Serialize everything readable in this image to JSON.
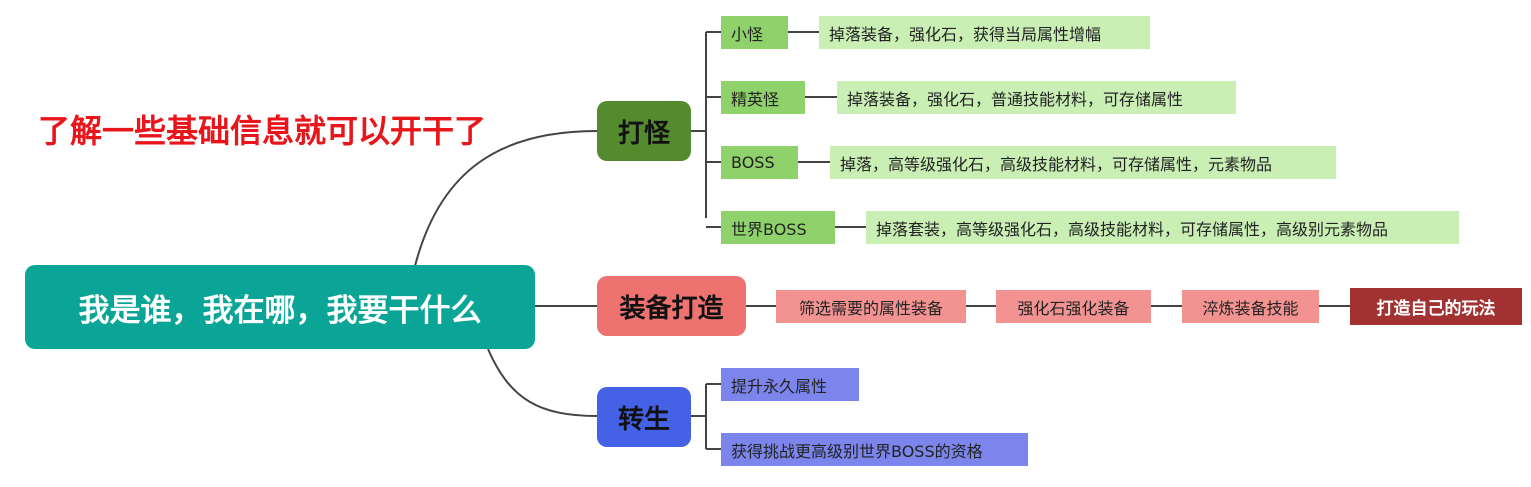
{
  "note": "了解一些基础信息就可以开干了",
  "root": "我是谁，我在哪，我要干什么",
  "branches": {
    "monsters": {
      "label": "打怪",
      "items": [
        {
          "label": "小怪",
          "detail": "掉落装备，强化石，获得当局属性增幅"
        },
        {
          "label": "精英怪",
          "detail": "掉落装备，强化石，普通技能材料，可存储属性"
        },
        {
          "label": "BOSS",
          "detail": "掉落，高等级强化石，高级技能材料，可存储属性，元素物品"
        },
        {
          "label": "世界BOSS",
          "detail": "掉落套装，高等级强化石，高级技能材料，可存储属性，高级别元素物品"
        }
      ]
    },
    "equipment": {
      "label": "装备打造",
      "steps": [
        "筛选需要的属性装备",
        "强化石强化装备",
        "淬炼装备技能",
        "打造自己的玩法"
      ]
    },
    "rebirth": {
      "label": "转生",
      "items": [
        "提升永久属性",
        "获得挑战更高级别世界BOSS的资格"
      ]
    }
  },
  "colors": {
    "root": "#0aa596",
    "monsters": "#558b2f",
    "monsters_leaf": "#8fd16a",
    "monsters_detail": "#c9efb5",
    "equipment": "#ee7370",
    "equipment_step": "#f29391",
    "equipment_final": "#a23232",
    "rebirth": "#4561e6",
    "rebirth_leaf": "#7b85ec",
    "note": "#e8161b"
  }
}
